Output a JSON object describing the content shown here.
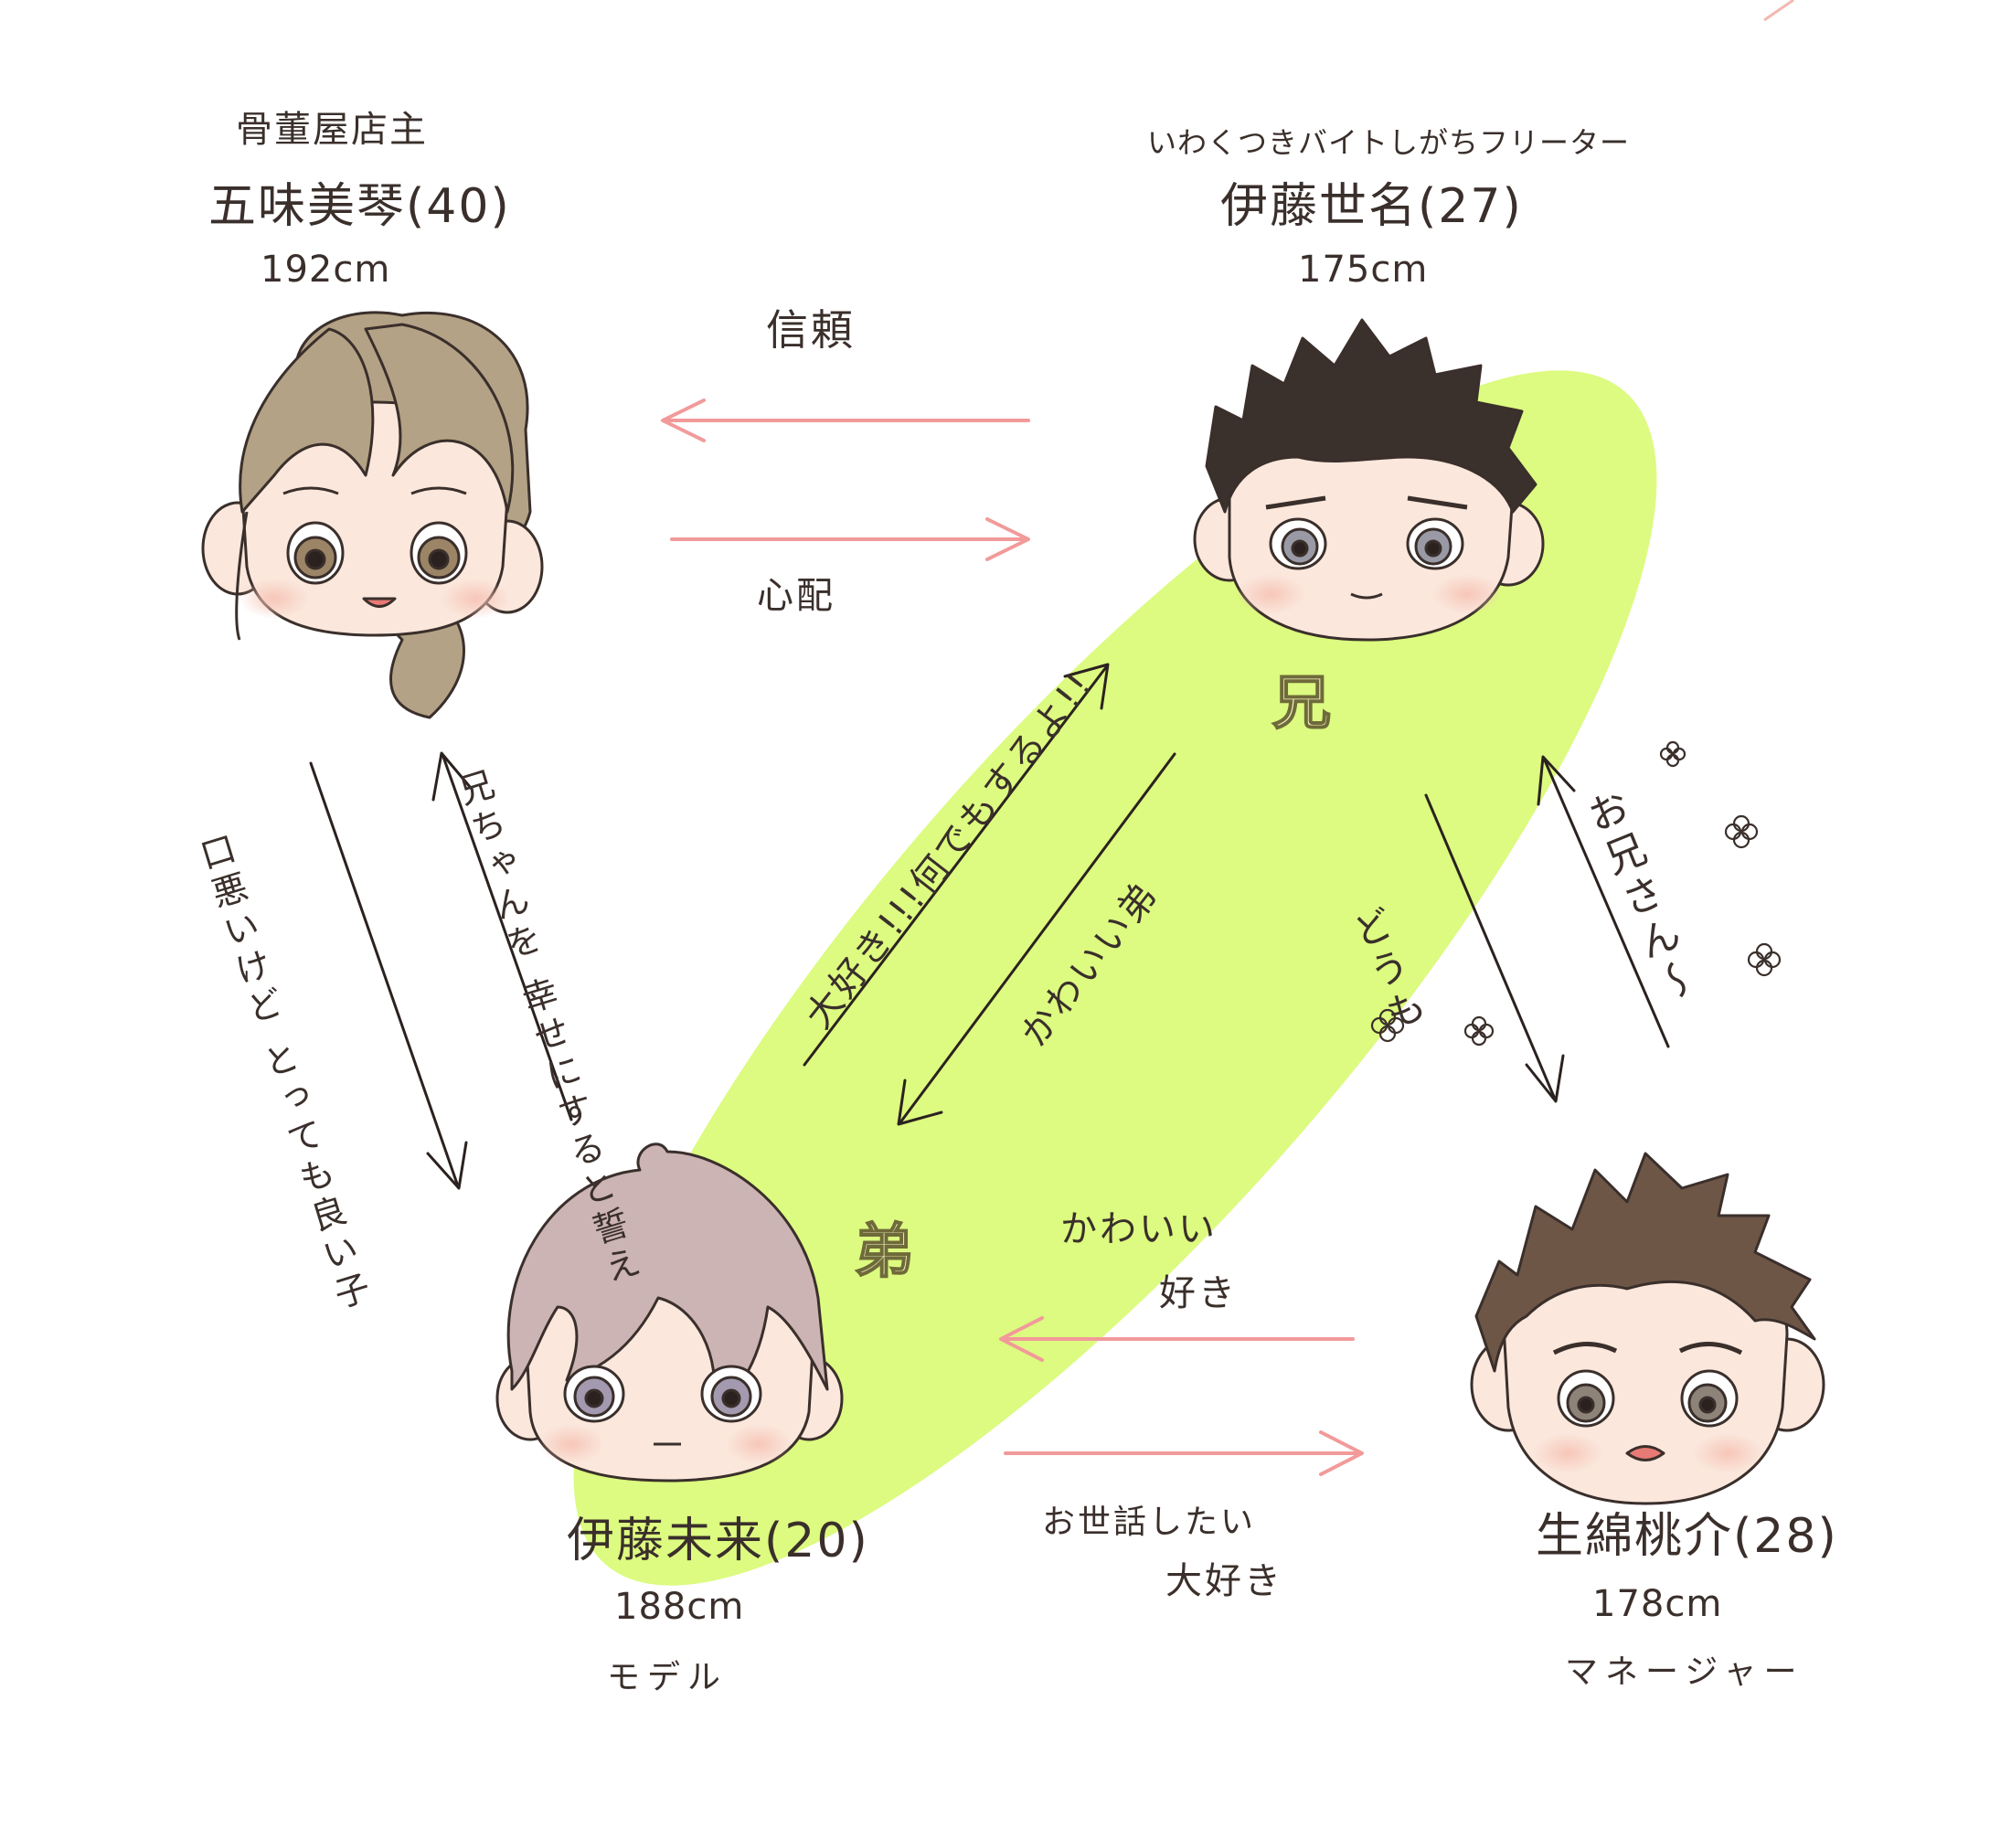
{
  "colors": {
    "highlight": "#dcfb80",
    "pink_arrow": "#f29a9a",
    "dark_arrow": "#2b2220",
    "hair_gomi": "#b4a286",
    "hair_sena": "#3a302c",
    "hair_mirai": "#cbb4b3",
    "hair_touma": "#6e5647",
    "skin": "#fbe7dc"
  },
  "characters": {
    "gomi": {
      "role": "骨董屋店主",
      "name": "五味美琴(40)",
      "height": "192cm",
      "face_icon": "long-haired-man-face-icon"
    },
    "sena": {
      "role": "いわくつきバイトしがちフリーター",
      "name": "伊藤世名(27)",
      "height": "175cm",
      "tag": "兄",
      "face_icon": "dark-haired-man-face-icon"
    },
    "mirai": {
      "name": "伊藤未来(20)",
      "height": "188cm",
      "job": "モデル",
      "tag": "弟",
      "face_icon": "pink-haired-youth-face-icon"
    },
    "touma": {
      "name": "生綿桃介(28)",
      "height": "178cm",
      "job": "マネージャー",
      "face_icon": "brown-haired-man-face-icon"
    }
  },
  "relations": {
    "sena_to_gomi": "信頼",
    "gomi_to_sena": "心配",
    "gomi_to_mirai": "口悪いけど とっても良い子",
    "mirai_to_gomi": "兄ちゃんを 幸せにすると誓え",
    "mirai_to_sena": "大好き!!!何でもするよ!!",
    "sena_to_mirai": "かわいい弟",
    "sena_to_touma": "どうも",
    "touma_to_sena": "お兄さん〜",
    "touma_to_mirai_line1": "かわいい",
    "touma_to_mirai_line2": "好き",
    "mirai_to_touma_line1": "お世話したい",
    "mirai_to_touma_line2": "大好き"
  }
}
